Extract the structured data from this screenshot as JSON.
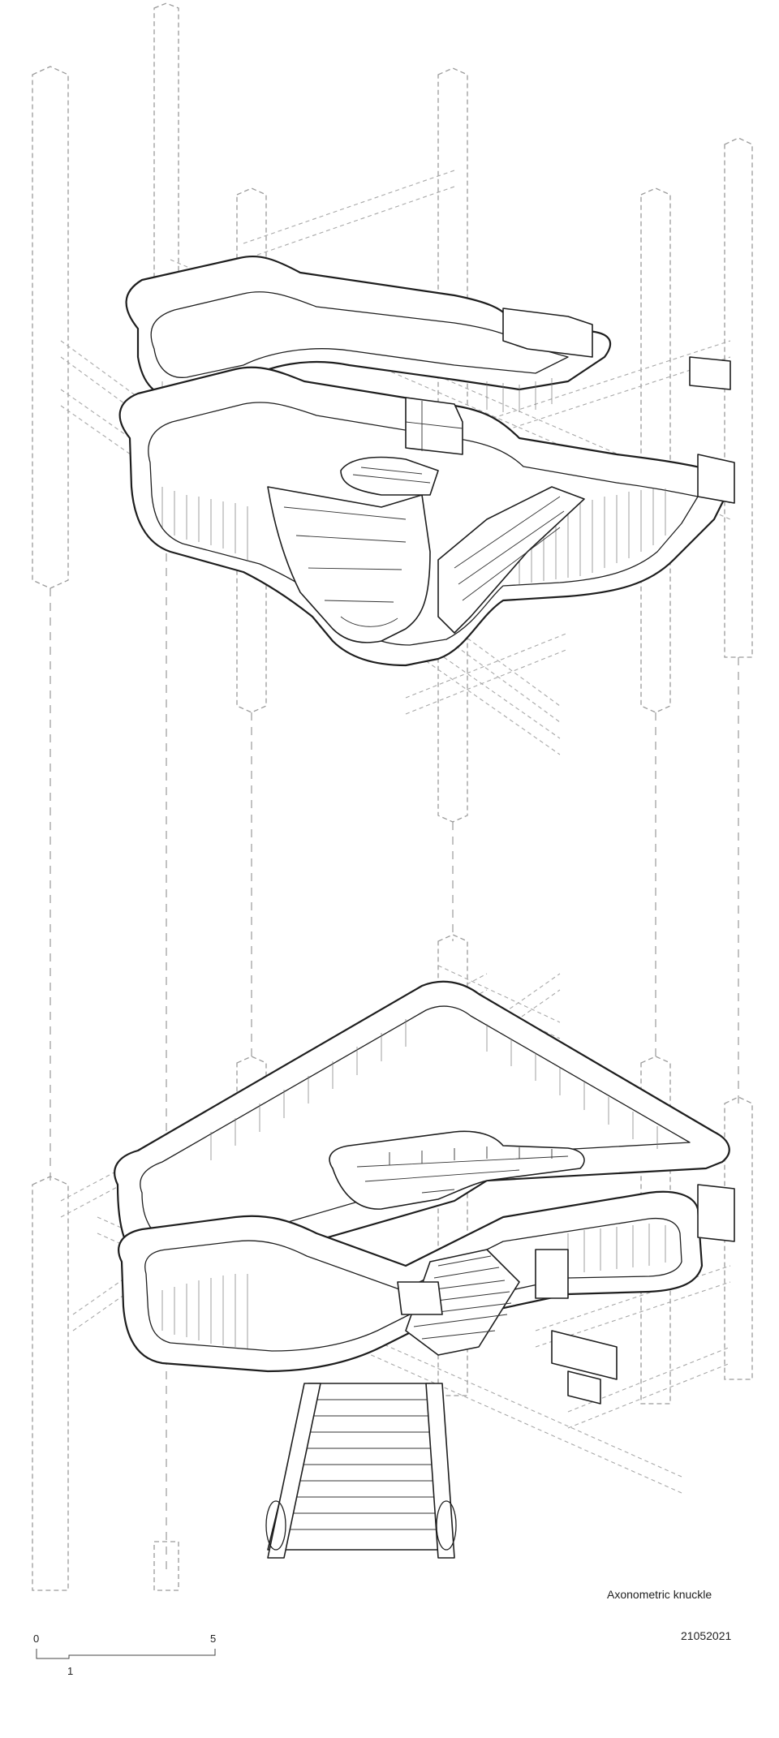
{
  "drawing": {
    "title": "Axonometric knuckle",
    "date": "21052021",
    "scale_bar": {
      "labels": [
        "0",
        "5",
        "1"
      ]
    }
  }
}
